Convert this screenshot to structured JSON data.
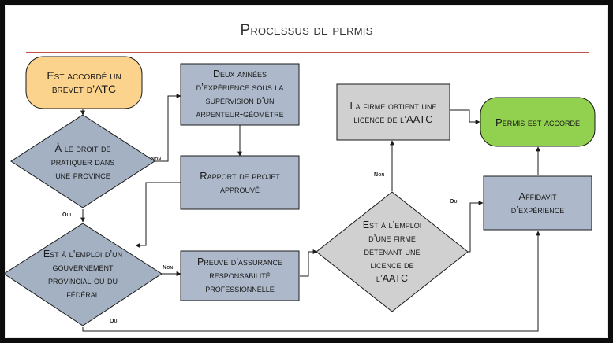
{
  "title": "Processus de permis",
  "colors": {
    "start_fill": "#fbd38d",
    "end_fill": "#92d050",
    "box_fill": "#adb9ca",
    "diamond_fill": "#a4b1c3",
    "grey_fill": "#d0d0d0",
    "rule": "#c0504d",
    "stroke": "#1a1a1a"
  },
  "nodes": {
    "start": "Est accordé un brevet d’ATC",
    "droit_pratiquer": "À le droit de pratiquer dans une province",
    "experience": "Deux années d’expérience sous la supervision d’un arpenteur-géomètre",
    "rapport": "Rapport de projet approuvé",
    "emploi_gouv": "Est à l’emploi d’un gouvernement provincial ou du fédéral",
    "assurance": "Preuve d’assurance responsabilité professionnelle",
    "firme_aatc": "Est à l’emploi d’une firme détenant une licence de l’AATC",
    "licence_firme": "La firme obtient une licence de l’AATC",
    "affidavit": "Affidavit d’expérience",
    "end": "Permis est accordé"
  },
  "edge_labels": {
    "droit_non": "Non",
    "droit_oui": "Oui",
    "gouv_non": "Non",
    "gouv_oui": "Oui",
    "firme_non": "Non",
    "firme_oui": "Oui"
  }
}
